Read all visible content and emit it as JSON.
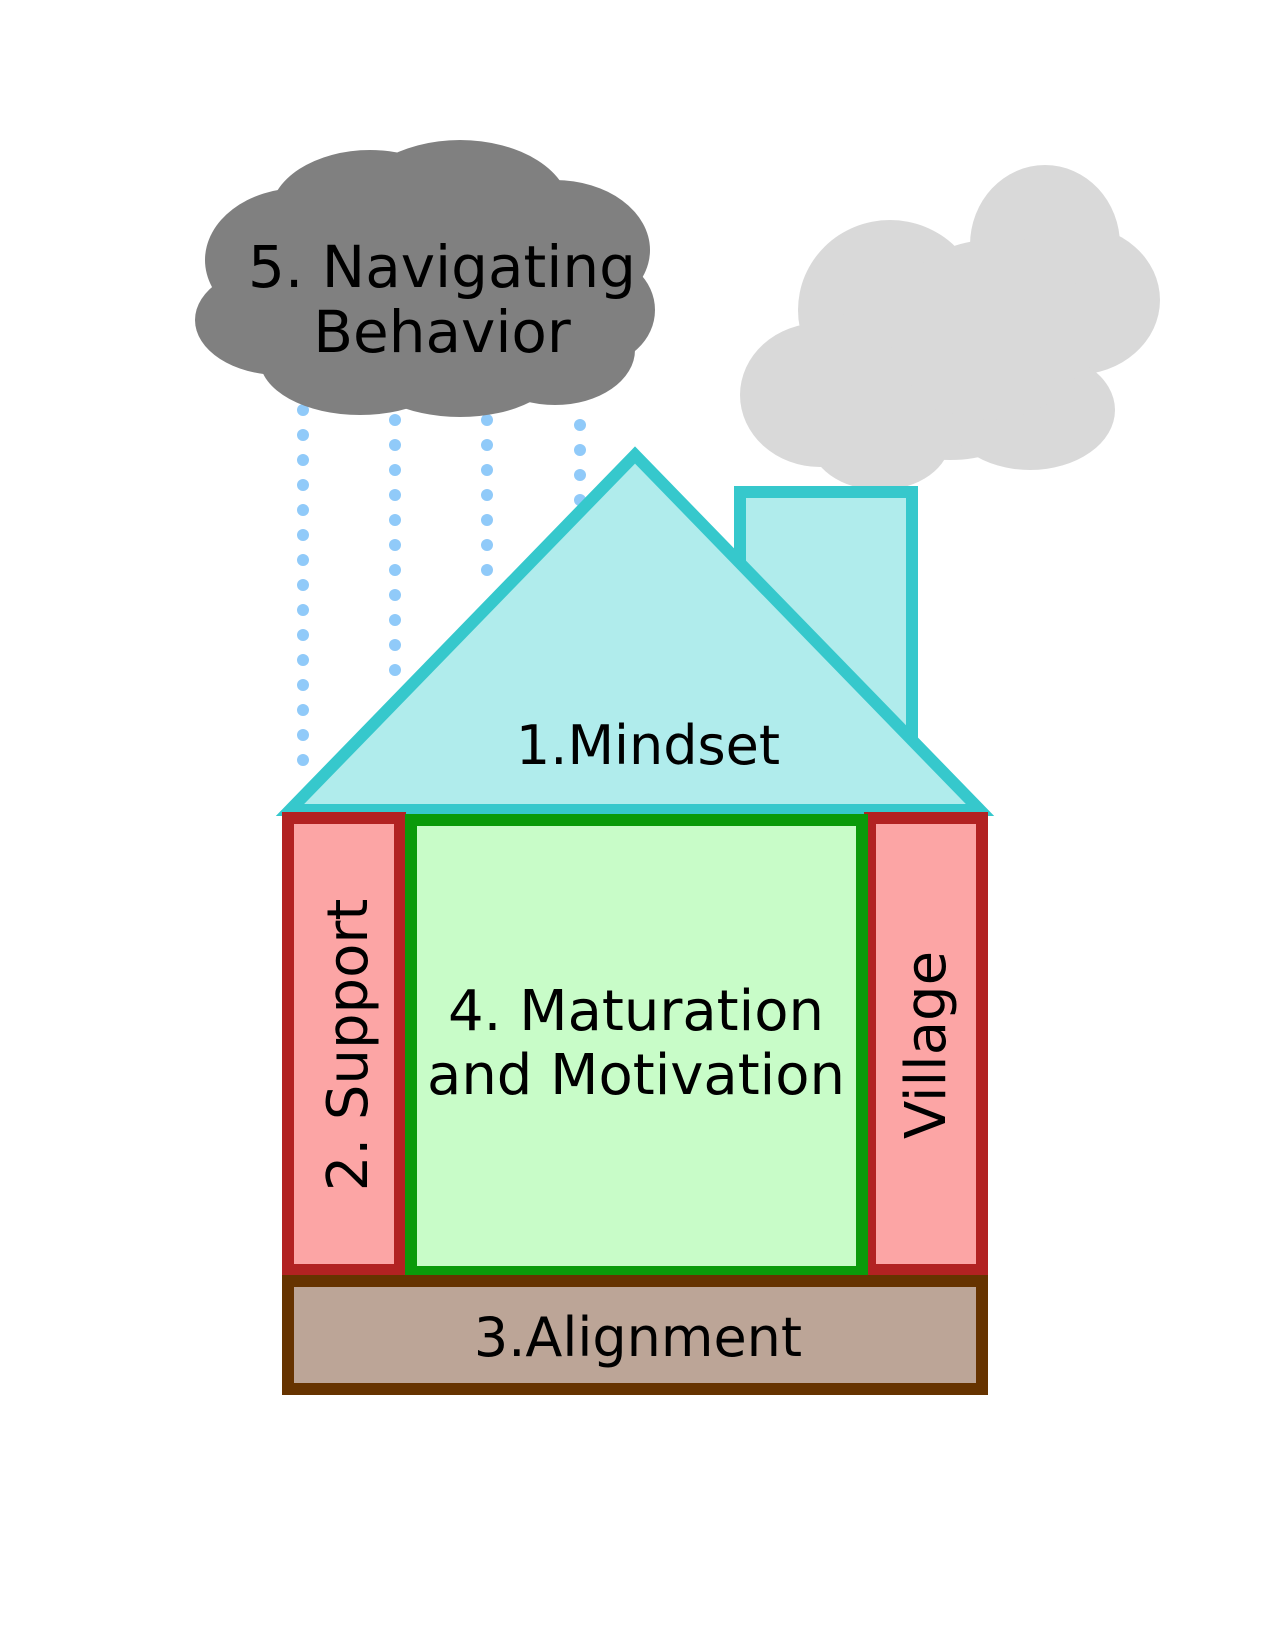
{
  "diagram": {
    "title": "House model of behavior",
    "storm_cloud": {
      "label_line1": "5. Navigating",
      "label_line2": "Behavior",
      "fill": "#808080"
    },
    "smoke_cloud": {
      "fill": "#d9d9d9"
    },
    "rain": {
      "color": "#90caf9"
    },
    "roof": {
      "label": "1.Mindset",
      "fill": "#b0ecec",
      "stroke": "#36c8cc"
    },
    "chimney": {
      "fill": "#b0ecec",
      "stroke": "#36c8cc"
    },
    "left_pillar": {
      "label": "2. Support",
      "fill": "#fca5a5",
      "stroke": "#b22222"
    },
    "right_pillar": {
      "label": "Village",
      "fill": "#fca5a5",
      "stroke": "#b22222"
    },
    "center": {
      "label_line1": "4. Maturation",
      "label_line2": "and Motivation",
      "fill": "#c8fcc8",
      "stroke": "#0a9a0a"
    },
    "foundation": {
      "label": "3.Alignment",
      "fill": "#bca597",
      "stroke": "#663300"
    }
  }
}
